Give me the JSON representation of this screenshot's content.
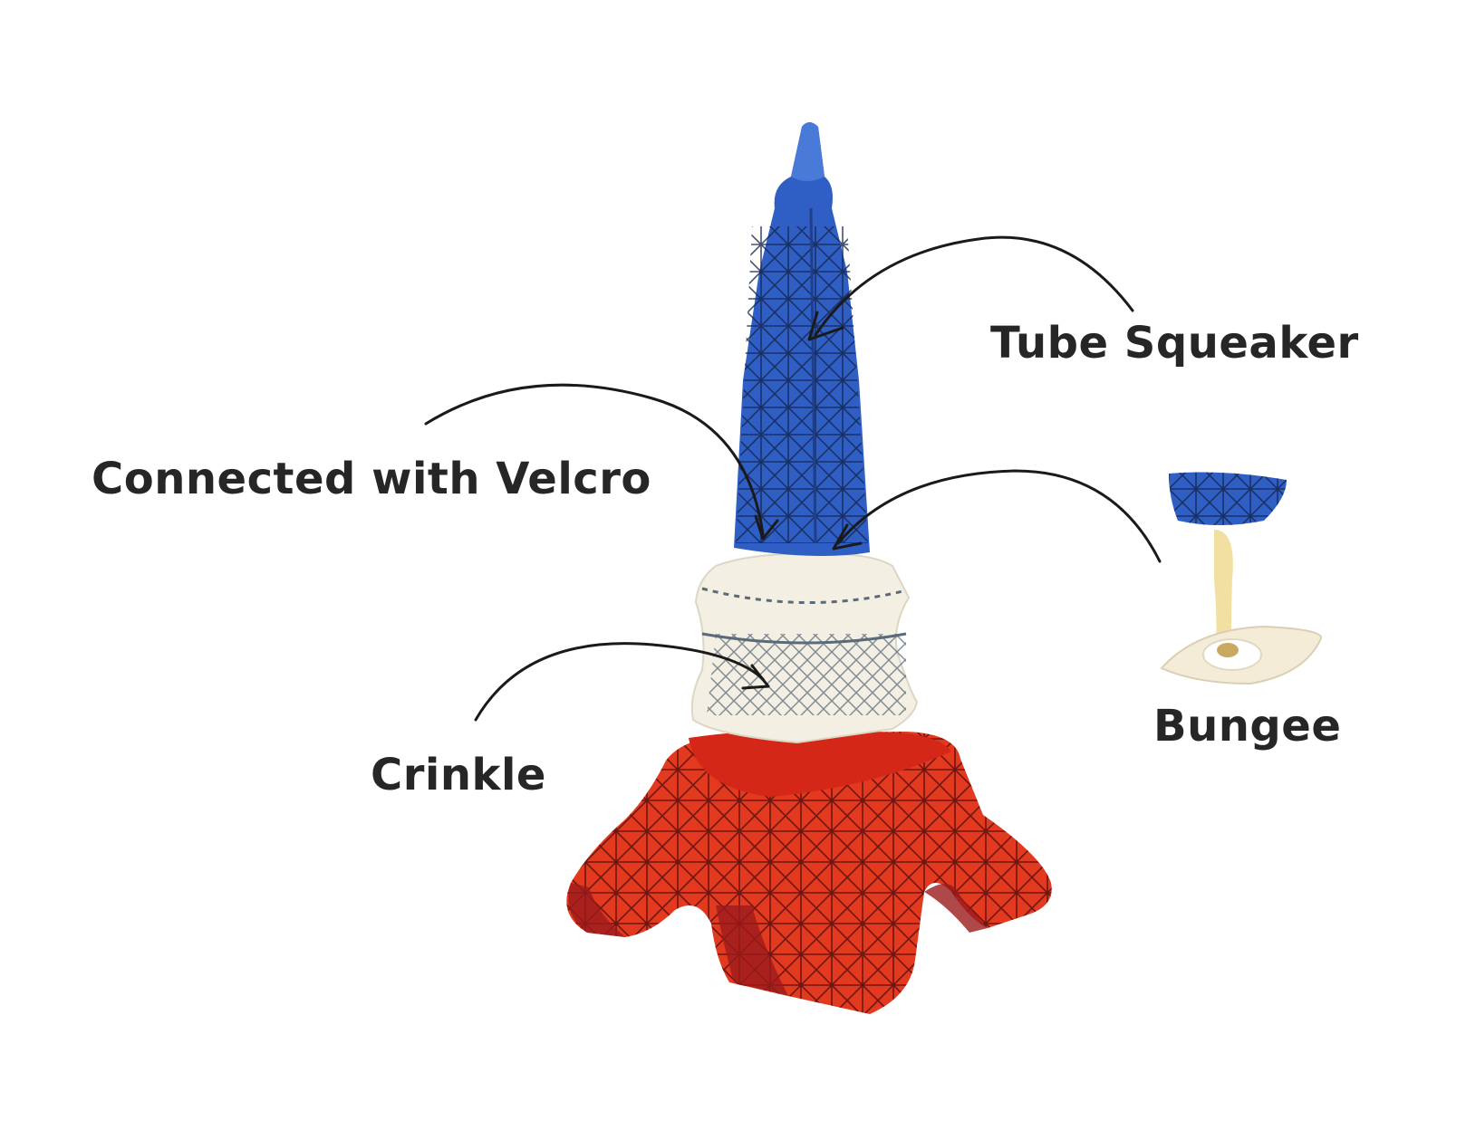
{
  "labels": {
    "tube_squeaker": "Tube Squeaker",
    "connected_with_velcro": "Connected with Velcro",
    "bungee": "Bungee",
    "crinkle": "Crinkle"
  },
  "colors": {
    "tower_top": "#2f5fc4",
    "tower_top_dark": "#1f3f8c",
    "tower_middle": "#f3efe3",
    "tower_middle_lines": "#5b6a78",
    "tower_base": "#e2391f",
    "tower_base_dark": "#9b1a1c",
    "text": "#262626",
    "arrow": "#1a1a1a"
  },
  "icons": {
    "tower_top": "tower-top-piece",
    "tower_middle": "tower-middle-piece",
    "tower_base": "tower-base-piece",
    "bungee_detail": "bungee-detail-image"
  }
}
